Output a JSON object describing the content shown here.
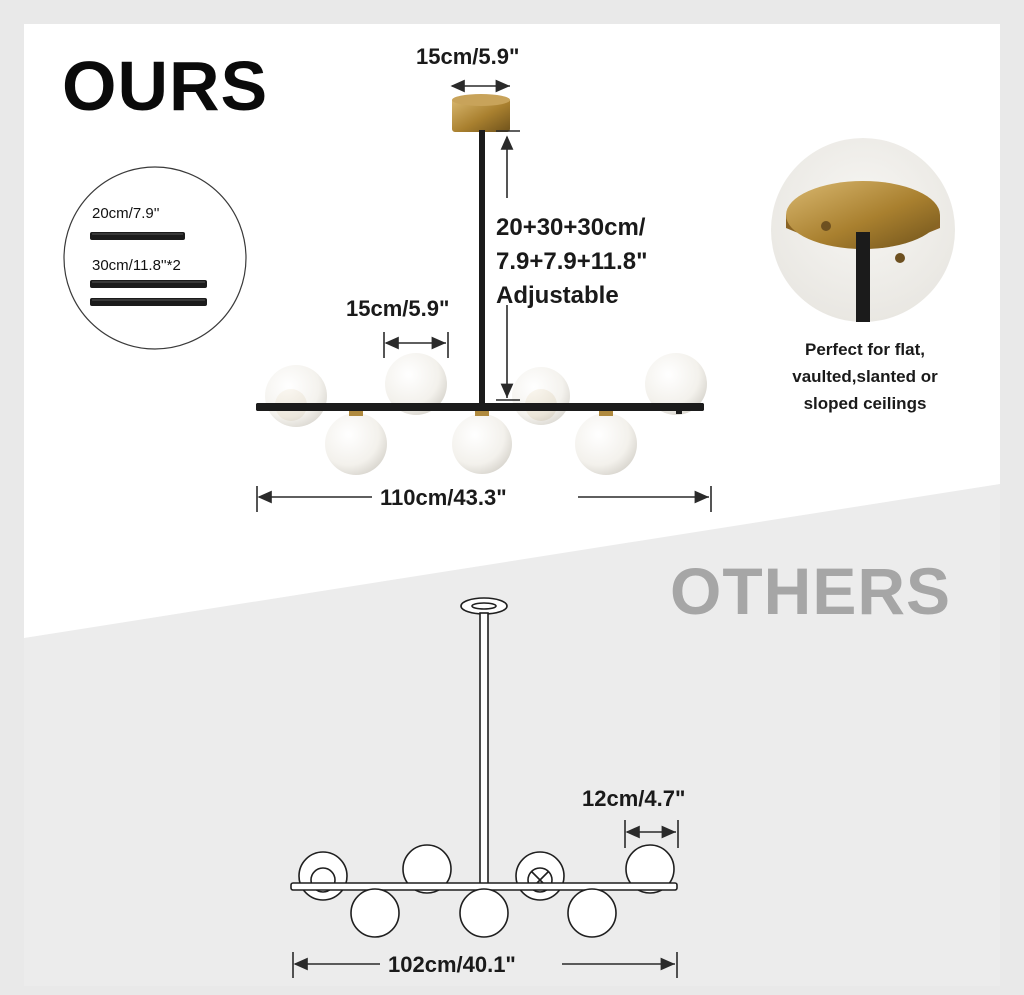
{
  "ours": {
    "heading": "OURS",
    "canopy_width": "15cm/5.9\"",
    "rod_lengths_line1": "20+30+30cm/",
    "rod_lengths_line2": "7.9+7.9+11.8\"",
    "rod_adjustable": "Adjustable",
    "globe_spacing": "15cm/5.9\"",
    "total_width": "110cm/43.3\"",
    "rods": {
      "rod_short_label": "20cm/7.9''",
      "rod_long_label": "30cm/11.8''*2"
    },
    "ceiling_note": {
      "line1": "Perfect for flat,",
      "line2": "vaulted,slanted or",
      "line3": "sloped ceilings"
    }
  },
  "others": {
    "heading": "OTHERS",
    "globe_spacing": "12cm/4.7\"",
    "total_width": "102cm/40.1\""
  },
  "colors": {
    "gold": "#b08a3e",
    "black_rod": "#1b1b1b",
    "globe": "#f7f5f0",
    "others_heading": "#a6a6a6",
    "background_light": "#e9e9e9",
    "panel_white": "#ffffff"
  }
}
